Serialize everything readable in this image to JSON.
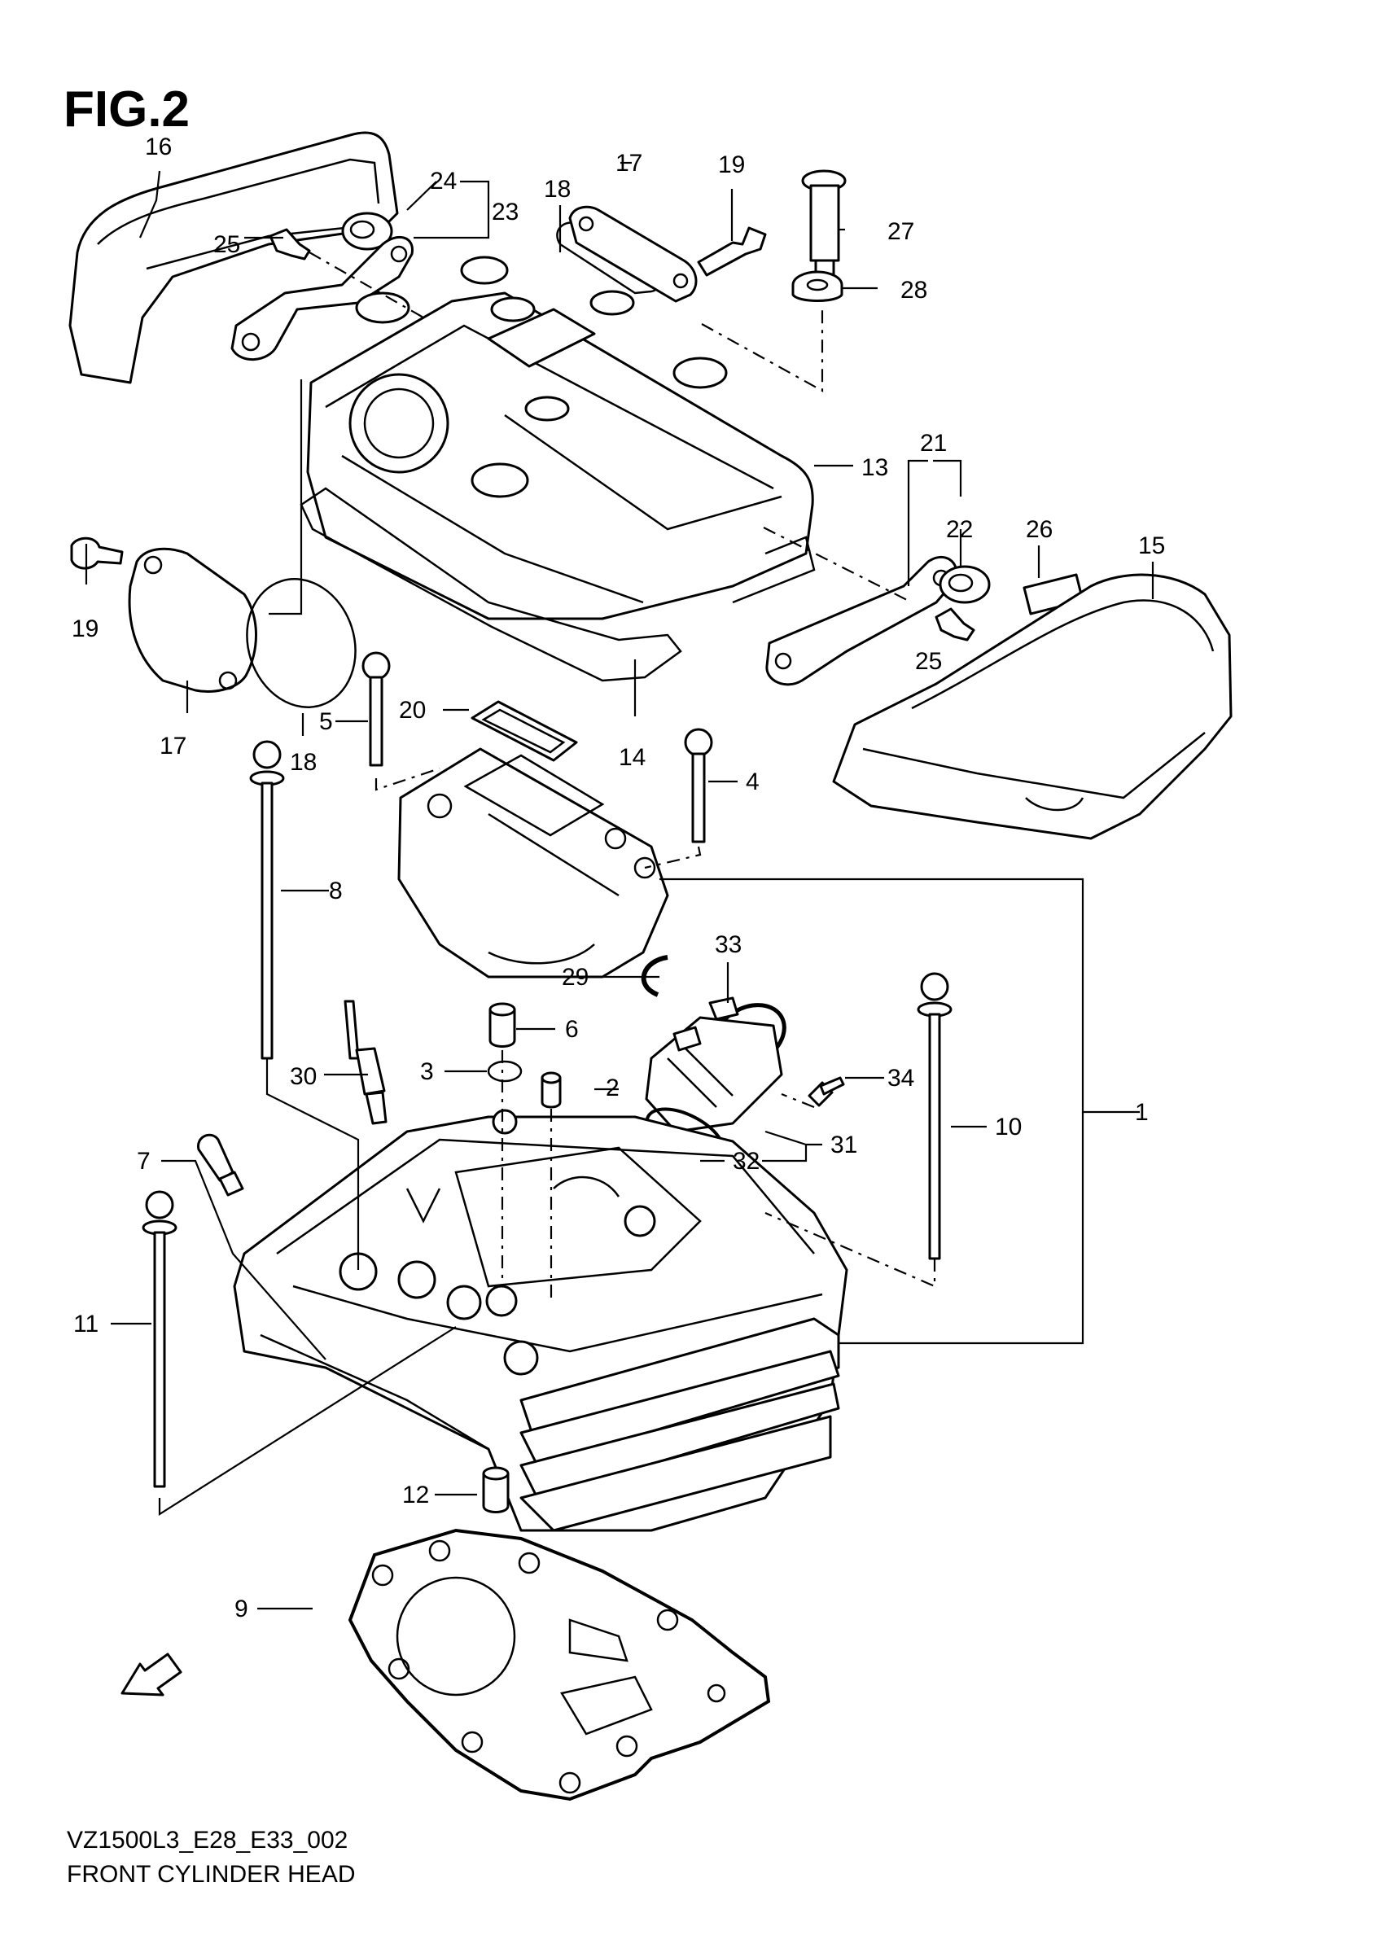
{
  "figure": {
    "title": "FIG.2",
    "model_code": "VZ1500L3_E28_E33_002",
    "name": "FRONT CYLINDER HEAD",
    "direction_label": "FWD"
  },
  "callouts": {
    "c1": "1",
    "c2": "2",
    "c3": "3",
    "c4": "4",
    "c5": "5",
    "c6": "6",
    "c7": "7",
    "c8": "8",
    "c9": "9",
    "c10": "10",
    "c11": "11",
    "c12": "12",
    "c13": "13",
    "c14": "14",
    "c15": "15",
    "c16": "16",
    "c17a": "17",
    "c17b": "17",
    "c18a": "18",
    "c18b": "18",
    "c19a": "19",
    "c19b": "19",
    "c20": "20",
    "c21": "21",
    "c22": "22",
    "c23": "23",
    "c24": "24",
    "c25a": "25",
    "c25b": "25",
    "c26": "26",
    "c27": "27",
    "c28": "28",
    "c29": "29",
    "c30": "30",
    "c31": "31",
    "c32": "32",
    "c33": "33",
    "c34": "34"
  }
}
